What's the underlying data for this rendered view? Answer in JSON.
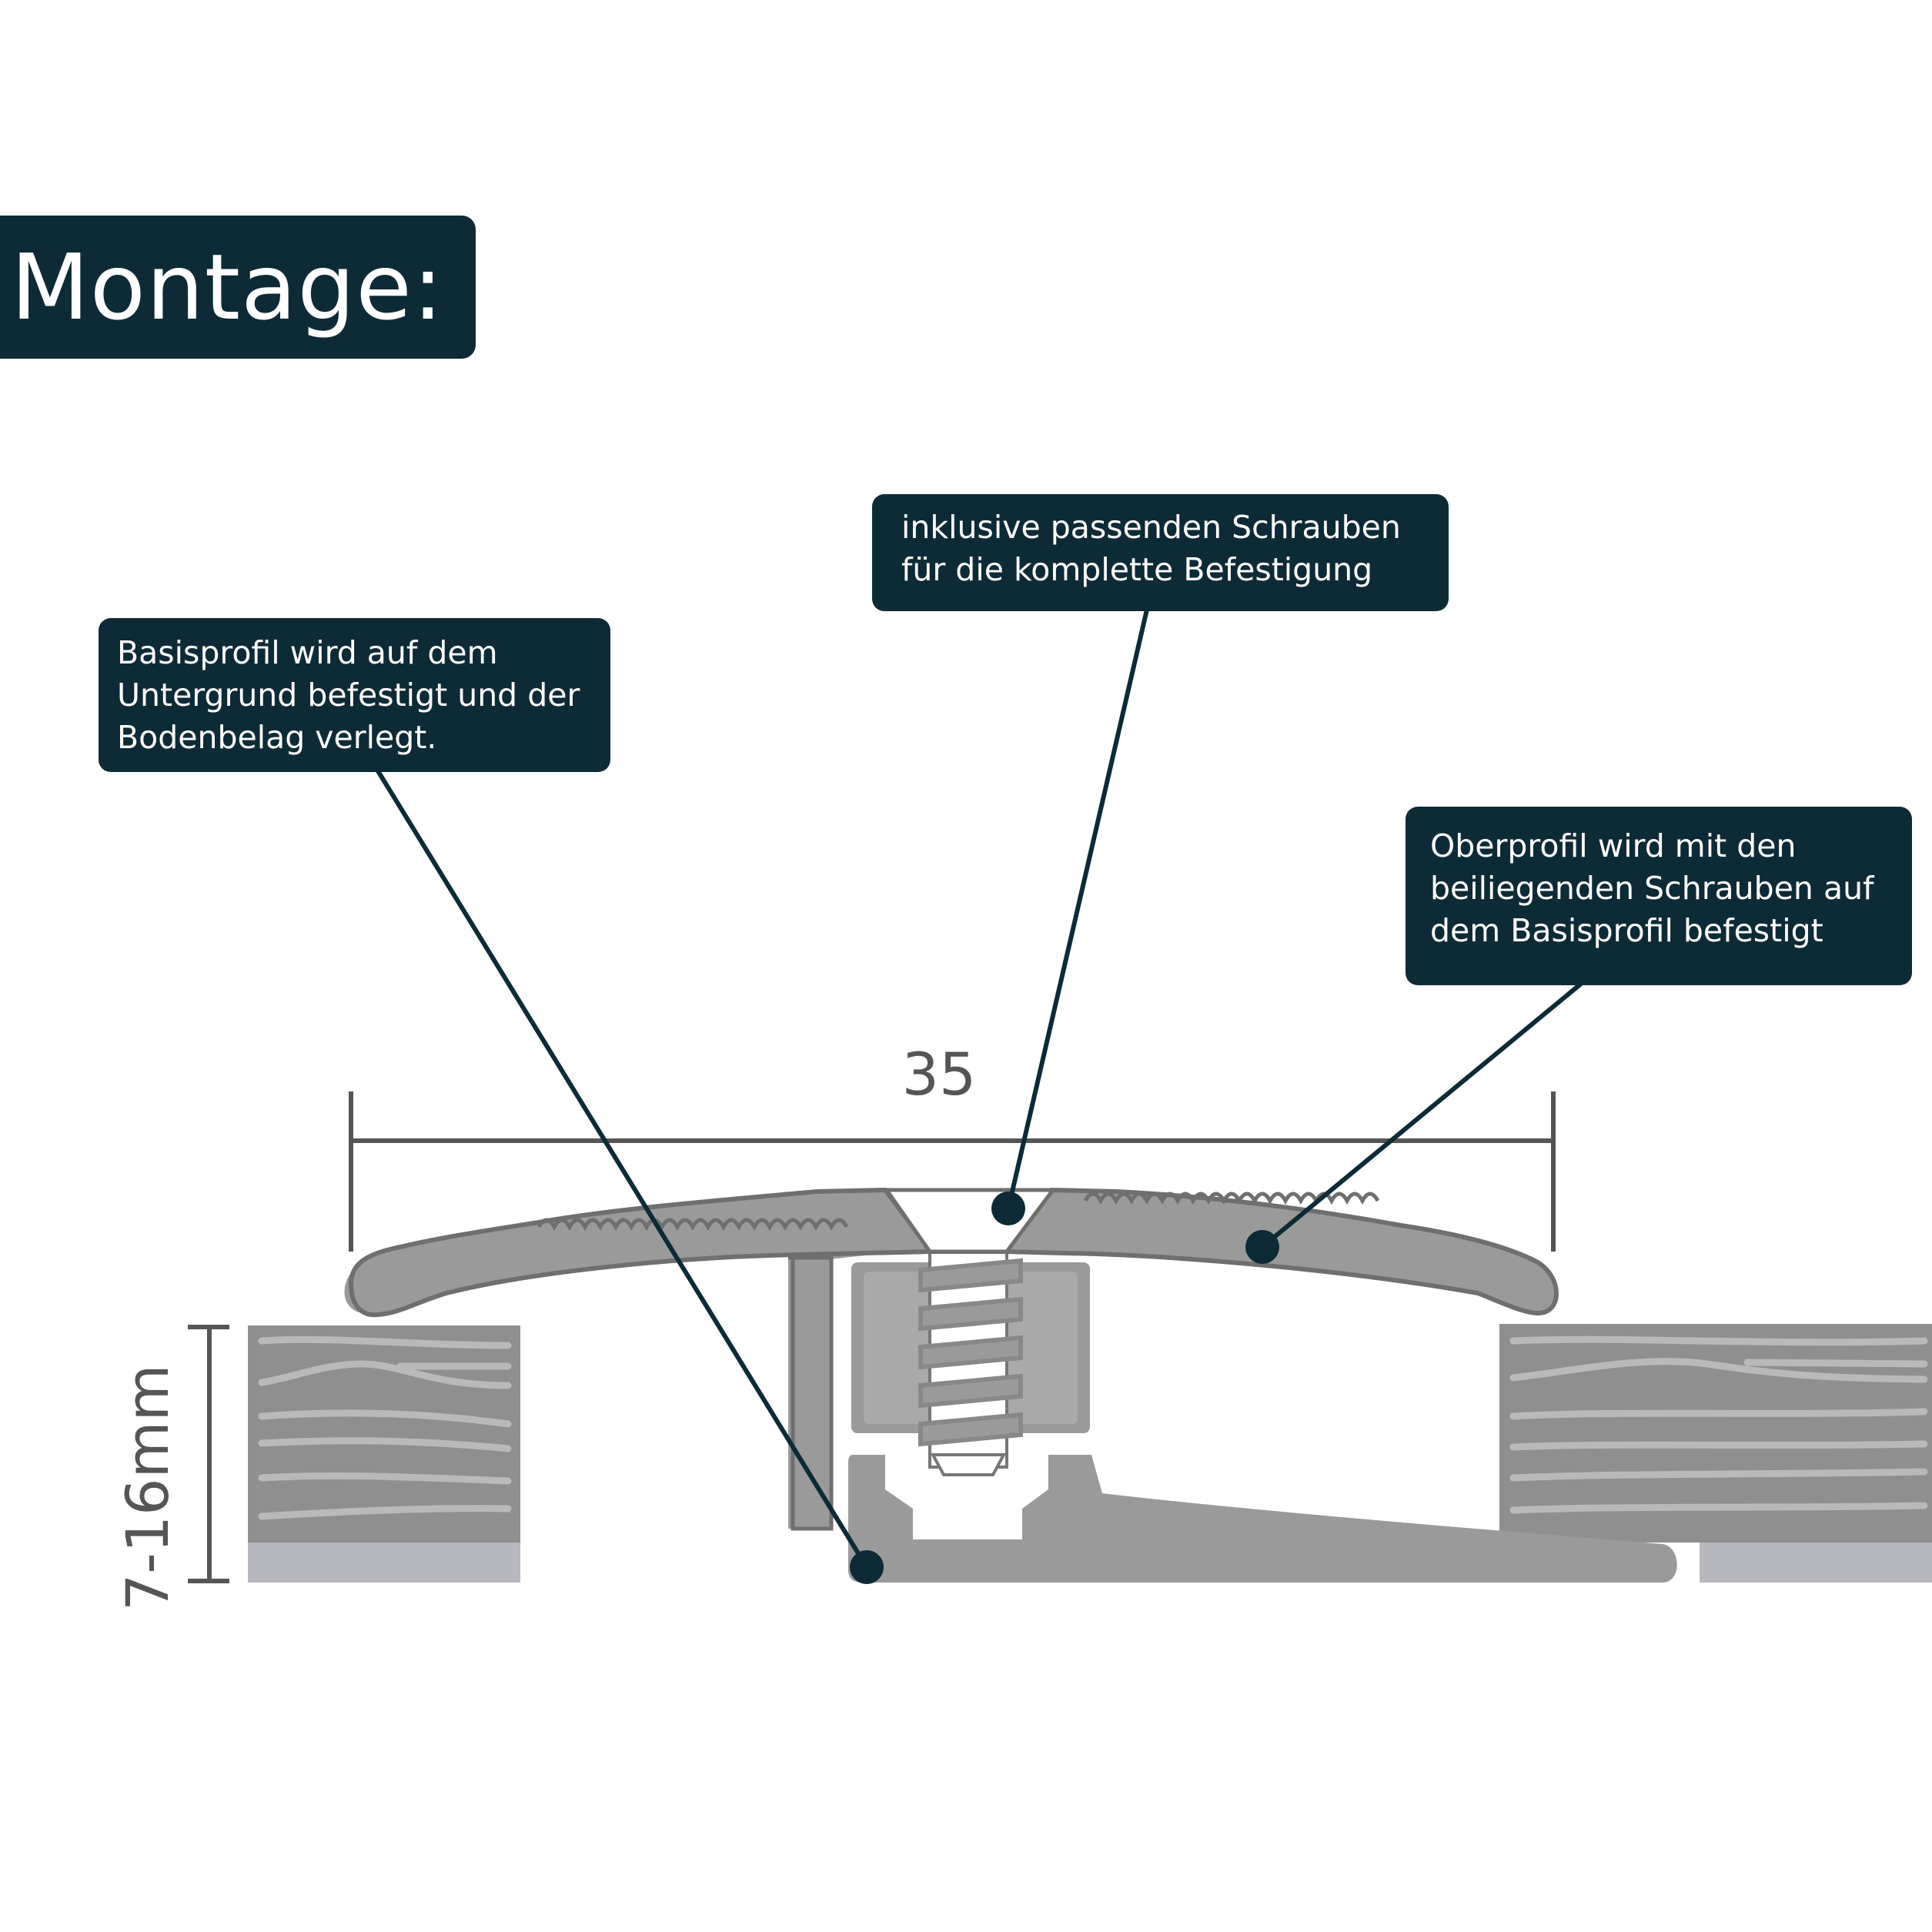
{
  "title": "Montage:",
  "callouts": {
    "screws": {
      "line1": "inklusive passenden Schrauben",
      "line2": "für die komplette Befestigung"
    },
    "base_profile": {
      "line1": "Basisprofil wird auf dem",
      "line2": "Untergrund befestigt und der",
      "line3": "Bodenbelag verlegt."
    },
    "top_profile": {
      "line1": "Oberprofil wird mit den",
      "line2": "beiliegenden Schrauben auf",
      "line3": "dem Basisprofil befestigt"
    }
  },
  "dimensions": {
    "width": "35",
    "height": "7-16mm"
  },
  "colors": {
    "callout_background": "#0d2b36",
    "profile_gray": "#9a9a9a",
    "floor_gray": "#8f8f8f",
    "underlay_gray": "#b6b8be",
    "dimension_line": "#555555"
  }
}
